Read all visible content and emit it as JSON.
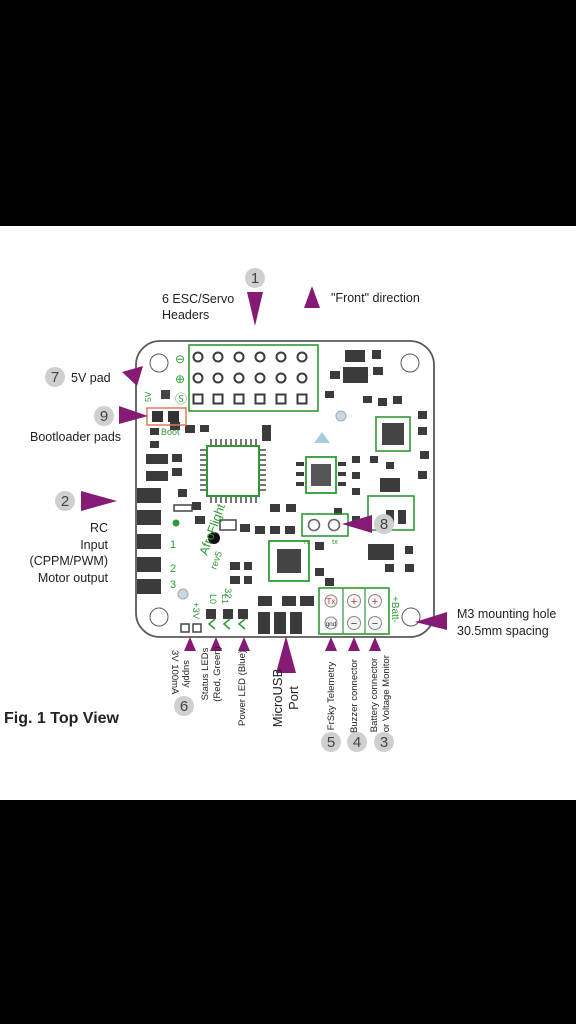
{
  "callouts": {
    "c1": {
      "num": "1",
      "line1": "6 ESC/Servo",
      "line2": "Headers"
    },
    "front": "\"Front\" direction",
    "c7": {
      "num": "7",
      "text": "5V pad"
    },
    "c9": {
      "num": "9",
      "text": "Bootloader pads"
    },
    "c2": {
      "num": "2",
      "lines": [
        "RC",
        "Input",
        "(CPPM/PWM)",
        "Motor output"
      ]
    },
    "c8": {
      "num": "8"
    },
    "m3": {
      "line1": "M3 mounting hole",
      "line2": "30.5mm spacing"
    },
    "c6": {
      "num": "6",
      "line1": "3V 100mA",
      "line2": "supply"
    },
    "status_leds": {
      "line1": "Status LEDs",
      "line2": "(Red, Green)"
    },
    "power_led": "Power LED (Blue)",
    "usb": {
      "line1": "MicroUSB",
      "line2": "Port"
    },
    "c5": {
      "num": "5",
      "text": "FrSky Telemetry"
    },
    "c4": {
      "num": "4",
      "text": "Buzzer connector"
    },
    "c3": {
      "num": "3",
      "line1": "Battery connector",
      "line2": "for Voltage Monitor"
    }
  },
  "fig_caption": "Fig. 1 Top View",
  "silkscreen": {
    "minus": "⊖",
    "plus": "⊕",
    "signal": "Ⓢ",
    "five_v": "5V",
    "boot": "Boot",
    "rc1": "1",
    "rc2": "2",
    "rc3": "3",
    "brand": "AfroFlight",
    "rev": "rev5",
    "chip": "32",
    "l1": "L1",
    "l0": "L0",
    "plus3v": "+3V",
    "rx": "rx",
    "tx": "tx",
    "tx_pad": "Tx",
    "gnd_pad": "gnd",
    "batt": "+Batt-"
  },
  "colors": {
    "accent": "#861b76",
    "trace": "#2f9a35",
    "outline": "#5a5a5a"
  }
}
